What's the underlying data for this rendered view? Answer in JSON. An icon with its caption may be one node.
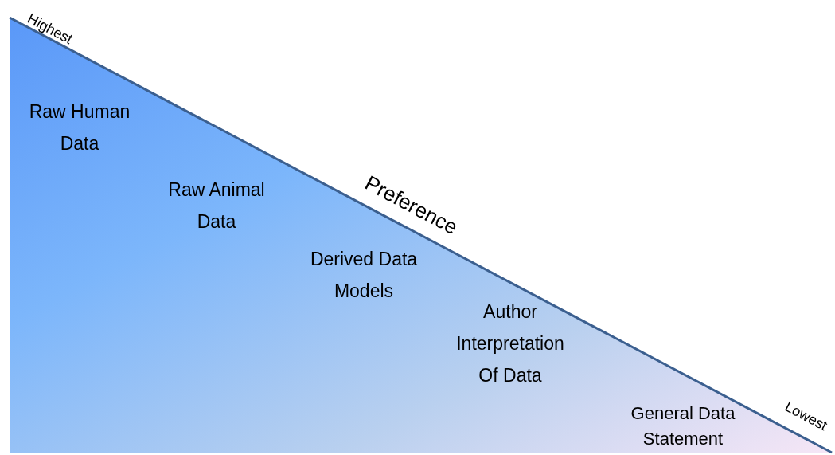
{
  "diagram": {
    "nodes": [
      {
        "text": [
          "Raw Human Data",
          "Raw Animal Data",
          "Derived Data Models",
          "Author Interpretation Of Data",
          "General Data Statement"
        ]
      }
    ],
    "labels": [
      "Highest",
      "Preference",
      "Lowest"
    ]
  }
}
